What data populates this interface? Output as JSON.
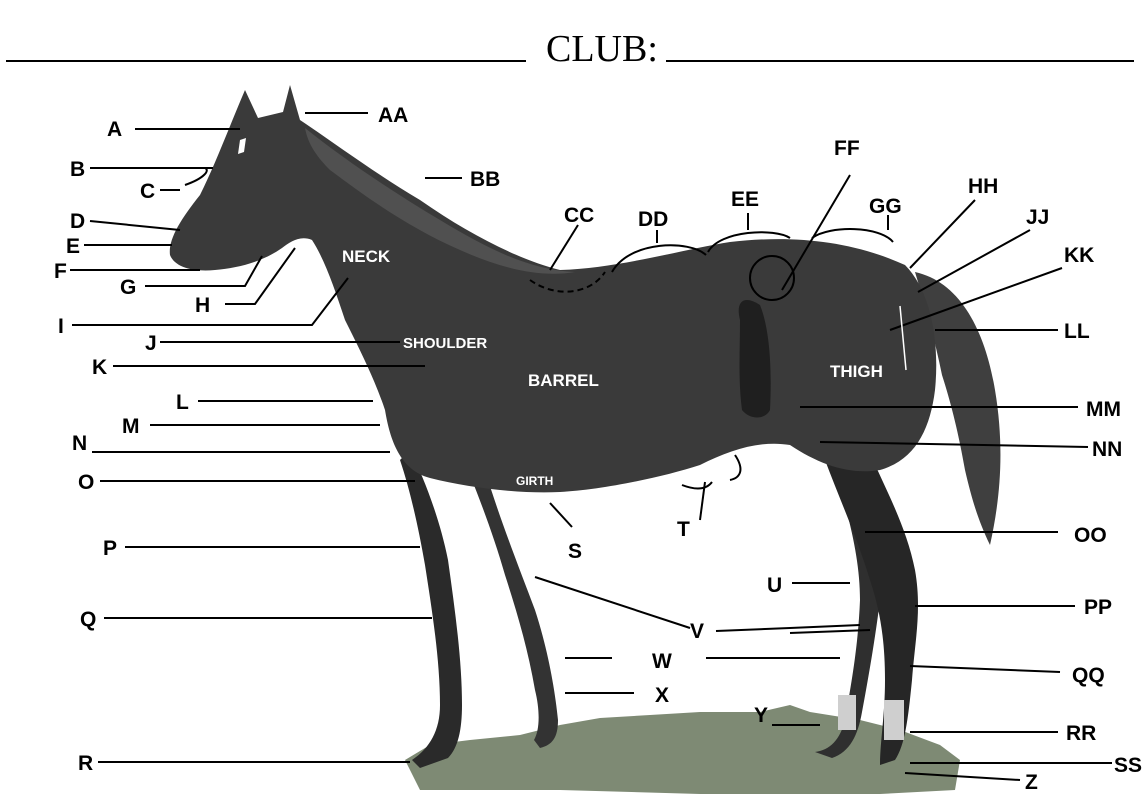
{
  "header": {
    "club_label": "CLUB:"
  },
  "regions": {
    "neck": "NECK",
    "shoulder": "SHOULDER",
    "barrel": "BARREL",
    "thigh": "THIGH",
    "girth": "GIRTH"
  },
  "labels": {
    "A": "A",
    "B": "B",
    "C": "C",
    "D": "D",
    "E": "E",
    "F": "F",
    "G": "G",
    "H": "H",
    "I": "I",
    "J": "J",
    "K": "K",
    "L": "L",
    "M": "M",
    "N": "N",
    "O": "O",
    "P": "P",
    "Q": "Q",
    "R": "R",
    "S": "S",
    "T": "T",
    "U": "U",
    "V": "V",
    "W": "W",
    "X": "X",
    "Y": "Y",
    "Z": "Z",
    "AA": "AA",
    "BB": "BB",
    "CC": "CC",
    "DD": "DD",
    "EE": "EE",
    "FF": "FF",
    "GG": "GG",
    "HH": "HH",
    "JJ": "JJ",
    "KK": "KK",
    "LL": "LL",
    "MM": "MM",
    "NN": "NN",
    "OO": "OO",
    "PP": "PP",
    "QQ": "QQ",
    "RR": "RR",
    "SS": "SS"
  }
}
